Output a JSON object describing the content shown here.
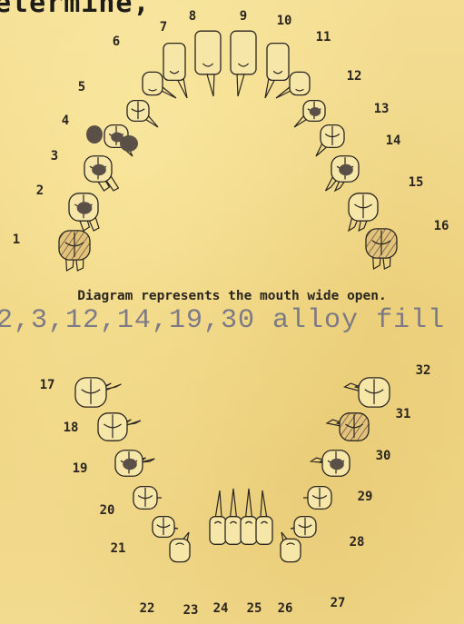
{
  "header_fragment": "etermine,",
  "caption": "Diagram represents the mouth wide open.",
  "handwritten_note": "2,3,12,14,19,30 alloy fill",
  "upper_teeth": [
    {
      "n": "1",
      "fill": "hatch"
    },
    {
      "n": "2",
      "fill": "dark"
    },
    {
      "n": "3",
      "fill": "dark"
    },
    {
      "n": "4",
      "fill": "dark"
    },
    {
      "n": "5",
      "fill": "none"
    },
    {
      "n": "6",
      "fill": "none"
    },
    {
      "n": "7",
      "fill": "none"
    },
    {
      "n": "8",
      "fill": "none"
    },
    {
      "n": "9",
      "fill": "none"
    },
    {
      "n": "10",
      "fill": "none"
    },
    {
      "n": "11",
      "fill": "none"
    },
    {
      "n": "12",
      "fill": "dark"
    },
    {
      "n": "13",
      "fill": "none"
    },
    {
      "n": "14",
      "fill": "dark"
    },
    {
      "n": "15",
      "fill": "none"
    },
    {
      "n": "16",
      "fill": "hatch"
    }
  ],
  "lower_teeth": [
    {
      "n": "17",
      "fill": "none"
    },
    {
      "n": "18",
      "fill": "none"
    },
    {
      "n": "19",
      "fill": "dark"
    },
    {
      "n": "20",
      "fill": "none"
    },
    {
      "n": "21",
      "fill": "none"
    },
    {
      "n": "22",
      "fill": "none"
    },
    {
      "n": "23",
      "fill": "none"
    },
    {
      "n": "24",
      "fill": "none"
    },
    {
      "n": "25",
      "fill": "none"
    },
    {
      "n": "26",
      "fill": "none"
    },
    {
      "n": "27",
      "fill": "none"
    },
    {
      "n": "28",
      "fill": "none"
    },
    {
      "n": "29",
      "fill": "none"
    },
    {
      "n": "30",
      "fill": "dark"
    },
    {
      "n": "31",
      "fill": "hatch"
    },
    {
      "n": "32",
      "fill": "none"
    }
  ],
  "colors": {
    "ink": "#2a2520",
    "dark_fill": "#5a5048",
    "hatch": "#6a5a4a",
    "paper": "#f0d98a"
  }
}
